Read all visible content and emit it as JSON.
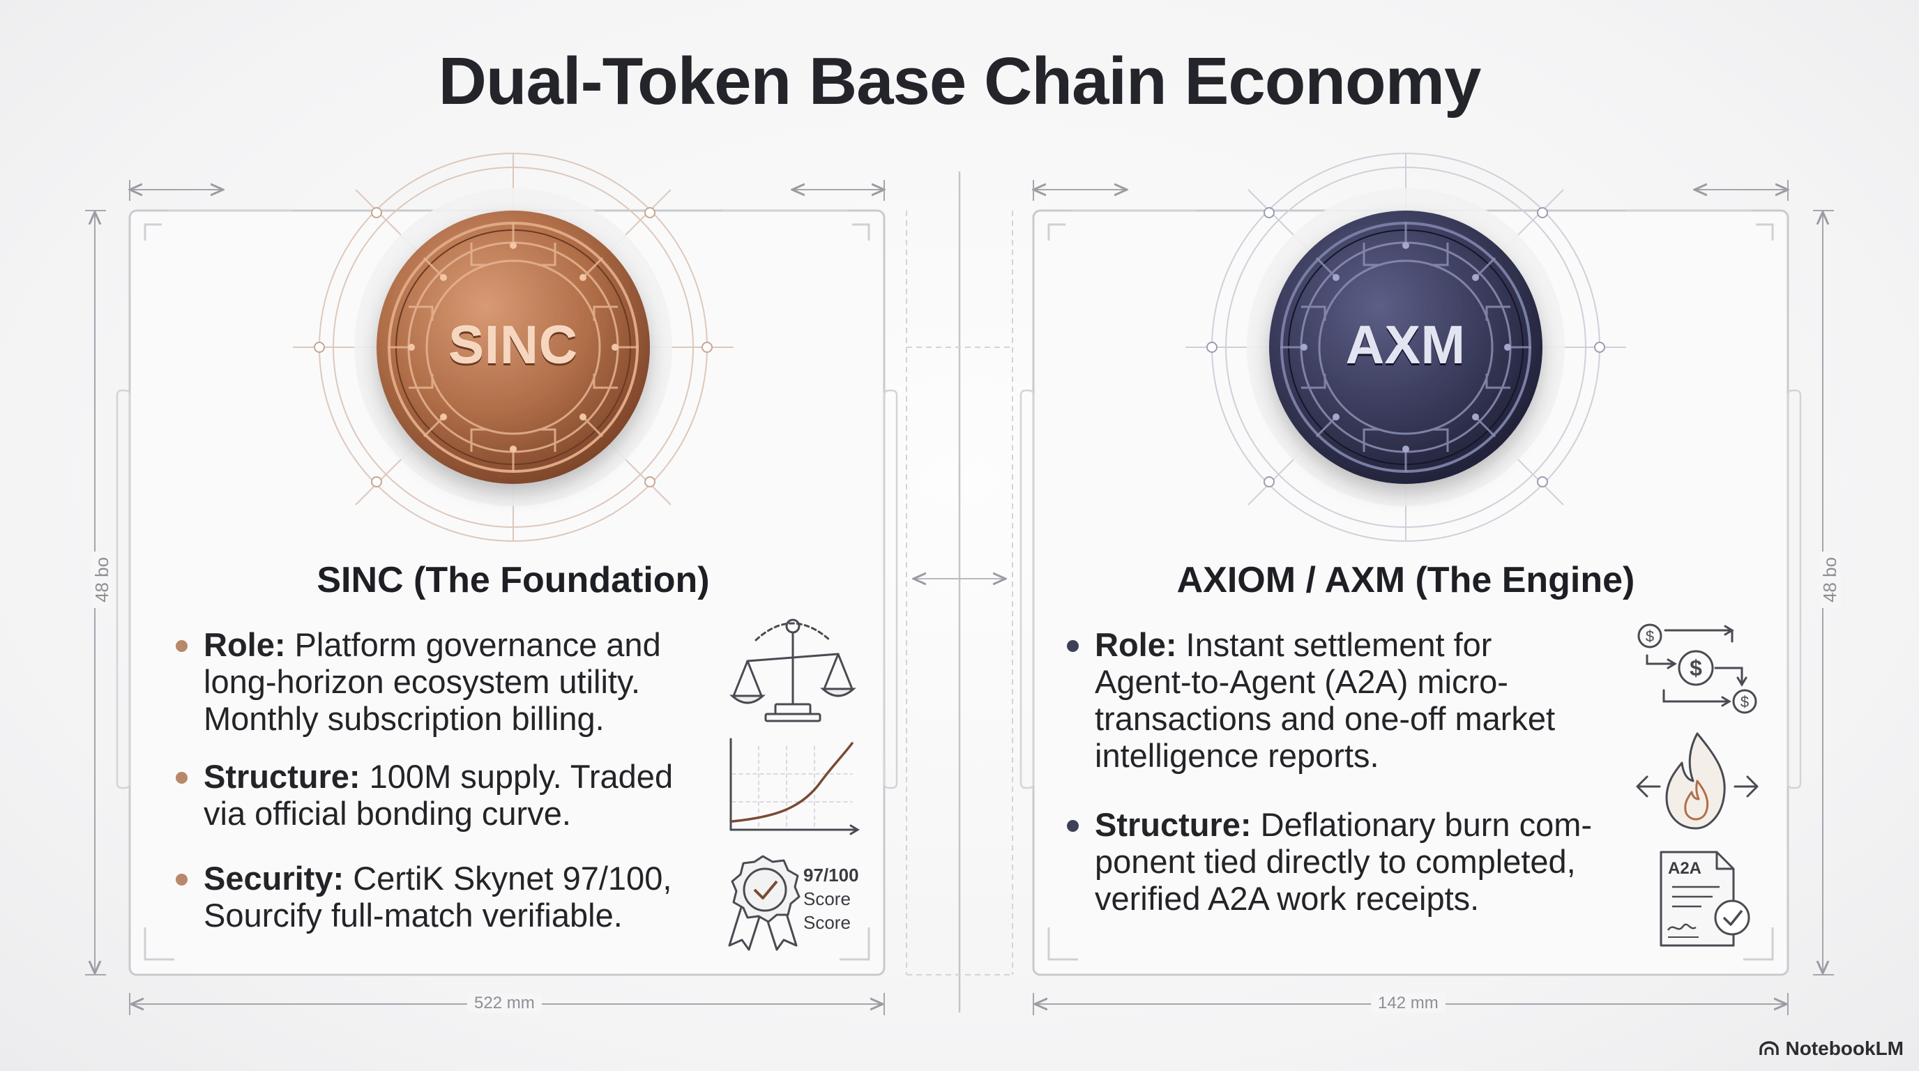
{
  "title": "Dual-Token Base Chain Economy",
  "colors": {
    "bronze": "#b87a55",
    "bronze_dark": "#7a4328",
    "navy": "#3b3d5c",
    "navy_dark": "#23243a",
    "line": "#c9cacf",
    "bullet_left": "#b9876a",
    "bullet_right": "#3e4057"
  },
  "left_card": {
    "coin_label": "SINC",
    "heading": "SINC (The Foundation)",
    "bullets": [
      {
        "label": "Role:",
        "lines": [
          " Platform governance and",
          "long-horizon ecosystem utility.",
          "Monthly subscription billing."
        ]
      },
      {
        "label": "Structure:",
        "lines": [
          " 100M supply. Traded",
          "via official bonding curve."
        ]
      },
      {
        "label": "Security:",
        "lines": [
          " CertiK Skynet 97/100,",
          "Sourcify full-match verifiable."
        ]
      }
    ],
    "icons": [
      "balance-scale-icon",
      "bonding-curve-chart-icon",
      "certified-badge-icon"
    ],
    "score": {
      "value": "97/100",
      "line1": "Score",
      "line2": "Score"
    },
    "dimension_bottom": "522 mm",
    "dimension_side": "48 bo"
  },
  "right_card": {
    "coin_label": "AXM",
    "heading": "AXIOM / AXM (The Engine)",
    "bullets": [
      {
        "label": "Role:",
        "lines": [
          " Instant settlement for",
          "Agent-to-Agent (A2A) micro-",
          "transactions and one-off market",
          "intelligence reports."
        ]
      },
      {
        "label": "Structure:",
        "lines": [
          " Deflationary burn com-",
          "ponent tied directly to completed,",
          "verified A2A work receipts."
        ]
      }
    ],
    "icons": [
      "coin-exchange-icon",
      "burn-flame-icon",
      "a2a-receipt-icon"
    ],
    "receipt_label": "A2A",
    "dimension_bottom": "142 mm",
    "dimension_side": "48 bo"
  },
  "brand": "NotebookLM"
}
